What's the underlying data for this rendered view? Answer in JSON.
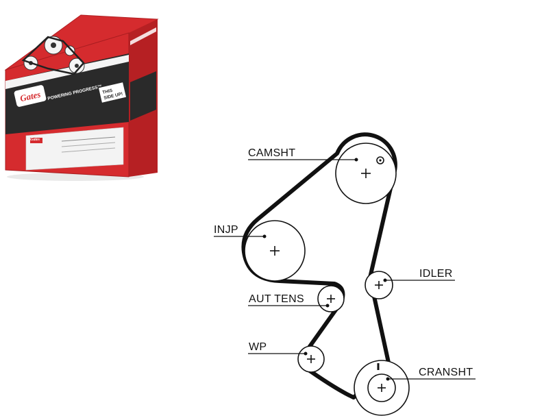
{
  "product": {
    "brand": "Gates",
    "tagline": "POWERING PROGRESS™",
    "side_up_line1": "THIS",
    "side_up_line2": "SIDE UP!",
    "colors": {
      "box_red": "#d52b2e",
      "box_dark": "#2a2a2a",
      "box_white": "#f3f3f3"
    }
  },
  "diagram": {
    "labels": {
      "camshaft": "CAMSHT",
      "injection_pump": "INJP",
      "idler": "IDLER",
      "auto_tensioner": "AUT TENS",
      "water_pump": "WP",
      "crankshaft": "CRANSHT"
    }
  }
}
